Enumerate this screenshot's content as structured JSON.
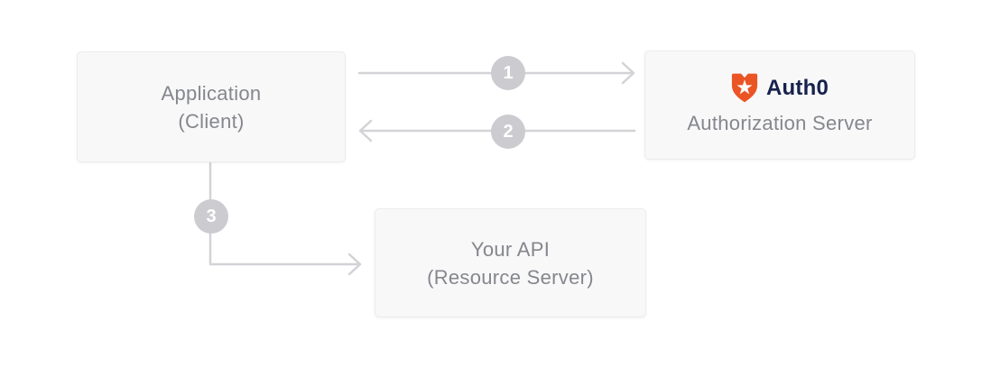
{
  "diagram": {
    "nodes": {
      "application": {
        "line1": "Application",
        "line2": "(Client)"
      },
      "auth_server": {
        "brand": "Auth0",
        "label": "Authorization Server"
      },
      "api": {
        "line1": "Your API",
        "line2": "(Resource Server)"
      }
    },
    "steps": [
      {
        "number": "1",
        "from": "application",
        "to": "auth_server",
        "direction": "right"
      },
      {
        "number": "2",
        "from": "auth_server",
        "to": "application",
        "direction": "left"
      },
      {
        "number": "3",
        "from": "application",
        "to": "api",
        "direction": "down-right"
      }
    ],
    "colors": {
      "box_fill": "#f8f8f9",
      "box_border": "#ececee",
      "text": "#85878c",
      "arrow": "#d3d3d7",
      "badge": "#cbcbd0",
      "badge_text": "#ffffff",
      "brand_orange": "#eb5424",
      "brand_navy": "#16214d"
    }
  }
}
